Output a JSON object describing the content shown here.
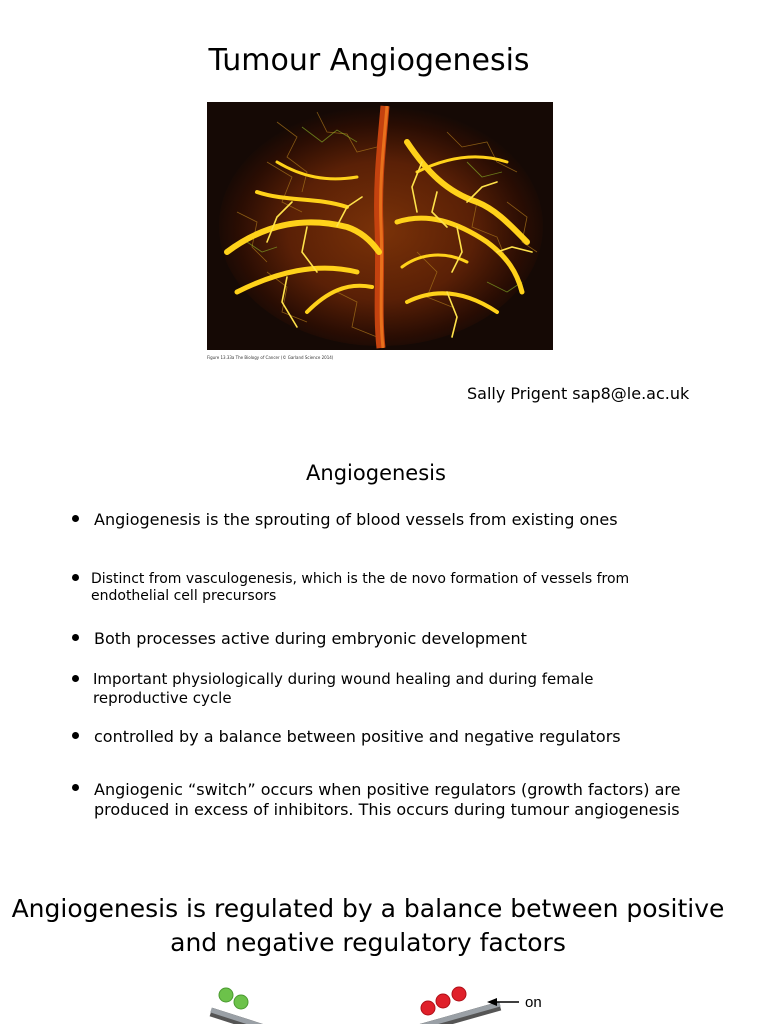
{
  "slide1": {
    "title": "Tumour Angiogenesis",
    "figure": {
      "icon": "blood-vessel-micrograph-icon",
      "caption": "Figure 13.33a The Biology of Cancer (© Garland Science 2014)",
      "colors": {
        "background": "#150905",
        "vessel_primary": "#ffd21a",
        "vessel_dark": "#c4420f",
        "vessel_green": "#8fbf2a"
      }
    },
    "author": "Sally Prigent sap8@le.ac.uk"
  },
  "slide2": {
    "heading": "Angiogenesis",
    "bullets": [
      "Angiogenesis is the sprouting of blood vessels from existing ones",
      "Distinct from vasculogenesis, which is the de novo formation of vessels from endothelial cell precursors",
      "Both processes active during embryonic development",
      "Important physiologically during wound healing and during female reproductive cycle",
      "controlled by a balance between positive and negative regulators",
      "Angiogenic “switch” occurs when positive regulators (growth factors) are produced in excess of inhibitors. This occurs during tumour angiogenesis"
    ]
  },
  "slide3": {
    "title": "Angiogenesis is regulated by a balance between positive and negative regulatory factors",
    "diagram": {
      "on_label": "on",
      "colors": {
        "positive_ball": "#6cc24a",
        "negative_ball": "#e0202a",
        "beam": "#9aa0a6"
      }
    }
  }
}
